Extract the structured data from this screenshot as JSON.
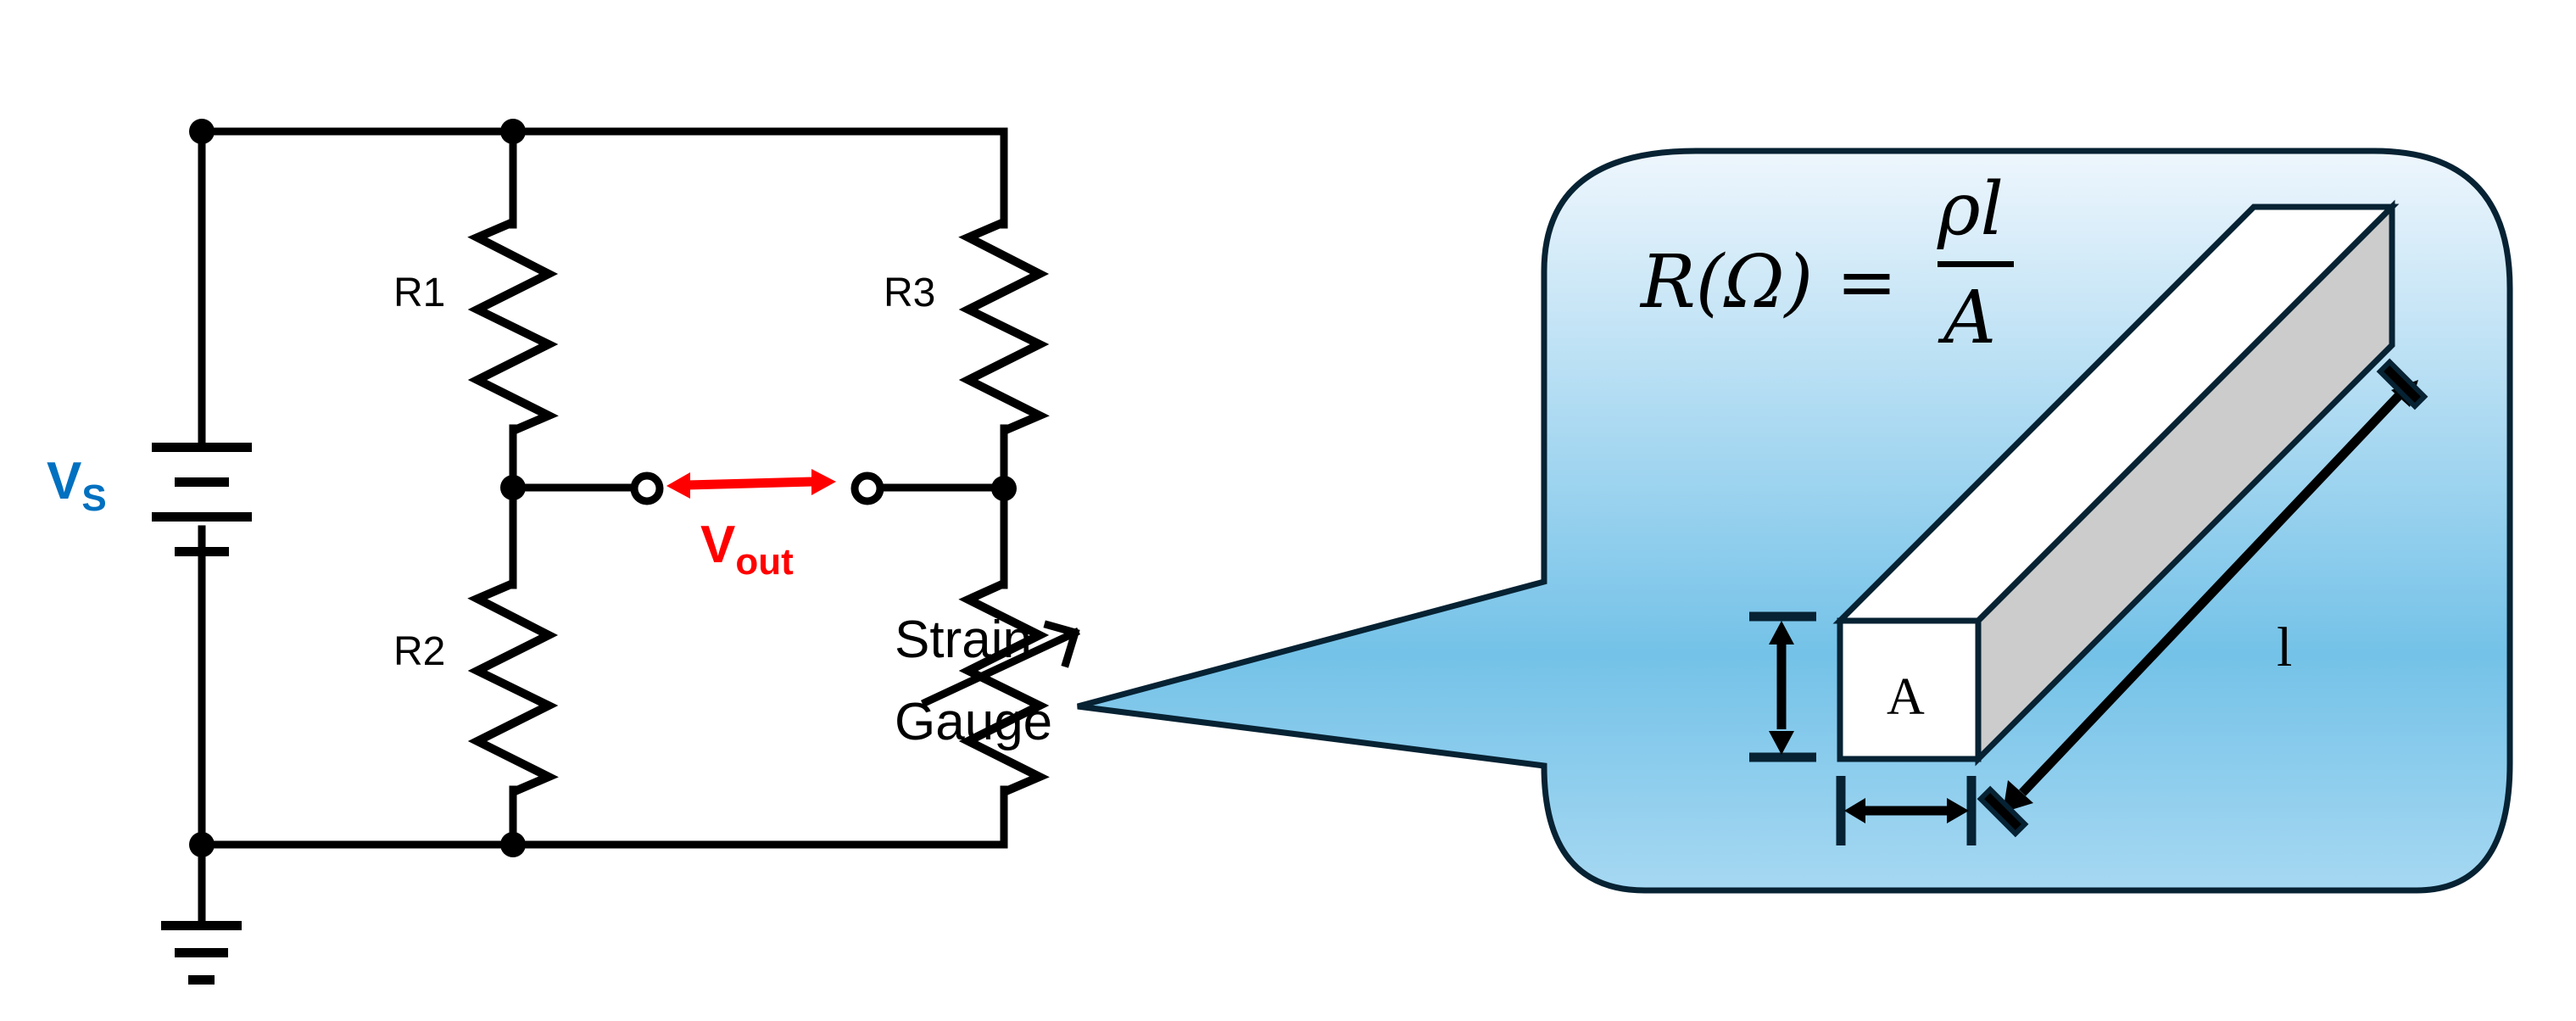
{
  "circuit": {
    "title": "Wheatstone bridge with strain gauge",
    "source_label": "V",
    "source_subscript": "S",
    "output_label": "V",
    "output_subscript": "out",
    "resistors": [
      {
        "id": "r1",
        "label": "R1"
      },
      {
        "id": "r2",
        "label": "R2"
      },
      {
        "id": "r3",
        "label": "R3"
      }
    ],
    "strain_gauge_label_line1": "Strain",
    "strain_gauge_label_line2": "Gauge",
    "colors": {
      "source_label": "#0070c0",
      "output_label": "#ff0000",
      "wire": "#000000"
    }
  },
  "callout": {
    "formula": {
      "lhs": "R(Ω) =",
      "numerator": "ρl",
      "denominator": "A"
    },
    "bar": {
      "cross_section_label": "A",
      "length_label": "l"
    },
    "colors": {
      "fill_top": "#eef6fd",
      "fill_mid": "#74c2e8",
      "fill_bottom": "#a6d8f2",
      "outline": "#062233",
      "bar_front": "#ffffff",
      "bar_side": "#cccccc"
    }
  }
}
